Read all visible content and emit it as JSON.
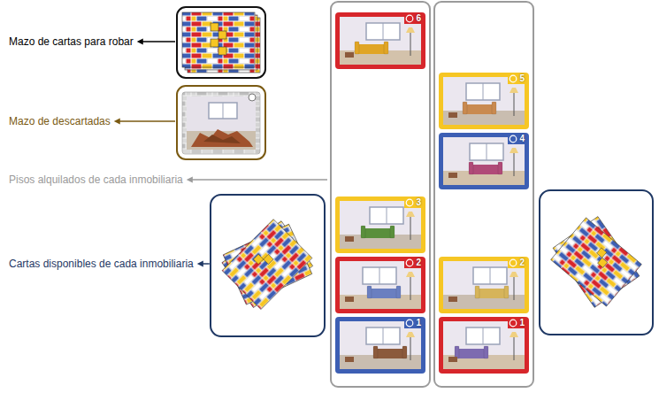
{
  "diagram": {
    "nodes": [
      {
        "text": []
      },
      {
        "text": [
          "6"
        ],
        "in": 0
      },
      {
        "text": [
          "3"
        ],
        "in": 0
      },
      {
        "text": [
          "2"
        ],
        "in": 0
      },
      {
        "text": [
          "1"
        ],
        "in": 0
      },
      {
        "text": []
      },
      {
        "text": [
          "5"
        ],
        "in": 5
      },
      {
        "text": [
          "4"
        ],
        "in": 5
      },
      {
        "text": [
          "2"
        ],
        "in": 5
      },
      {
        "text": [
          "1"
        ],
        "in": 5
      }
    ],
    "labels": [
      "Mazo de cartas para robar",
      "Mazo de descartadas",
      "Pisos alquilados de cada inmobiliaria",
      "Cartas disponibles de cada inmobiliaria"
    ]
  }
}
